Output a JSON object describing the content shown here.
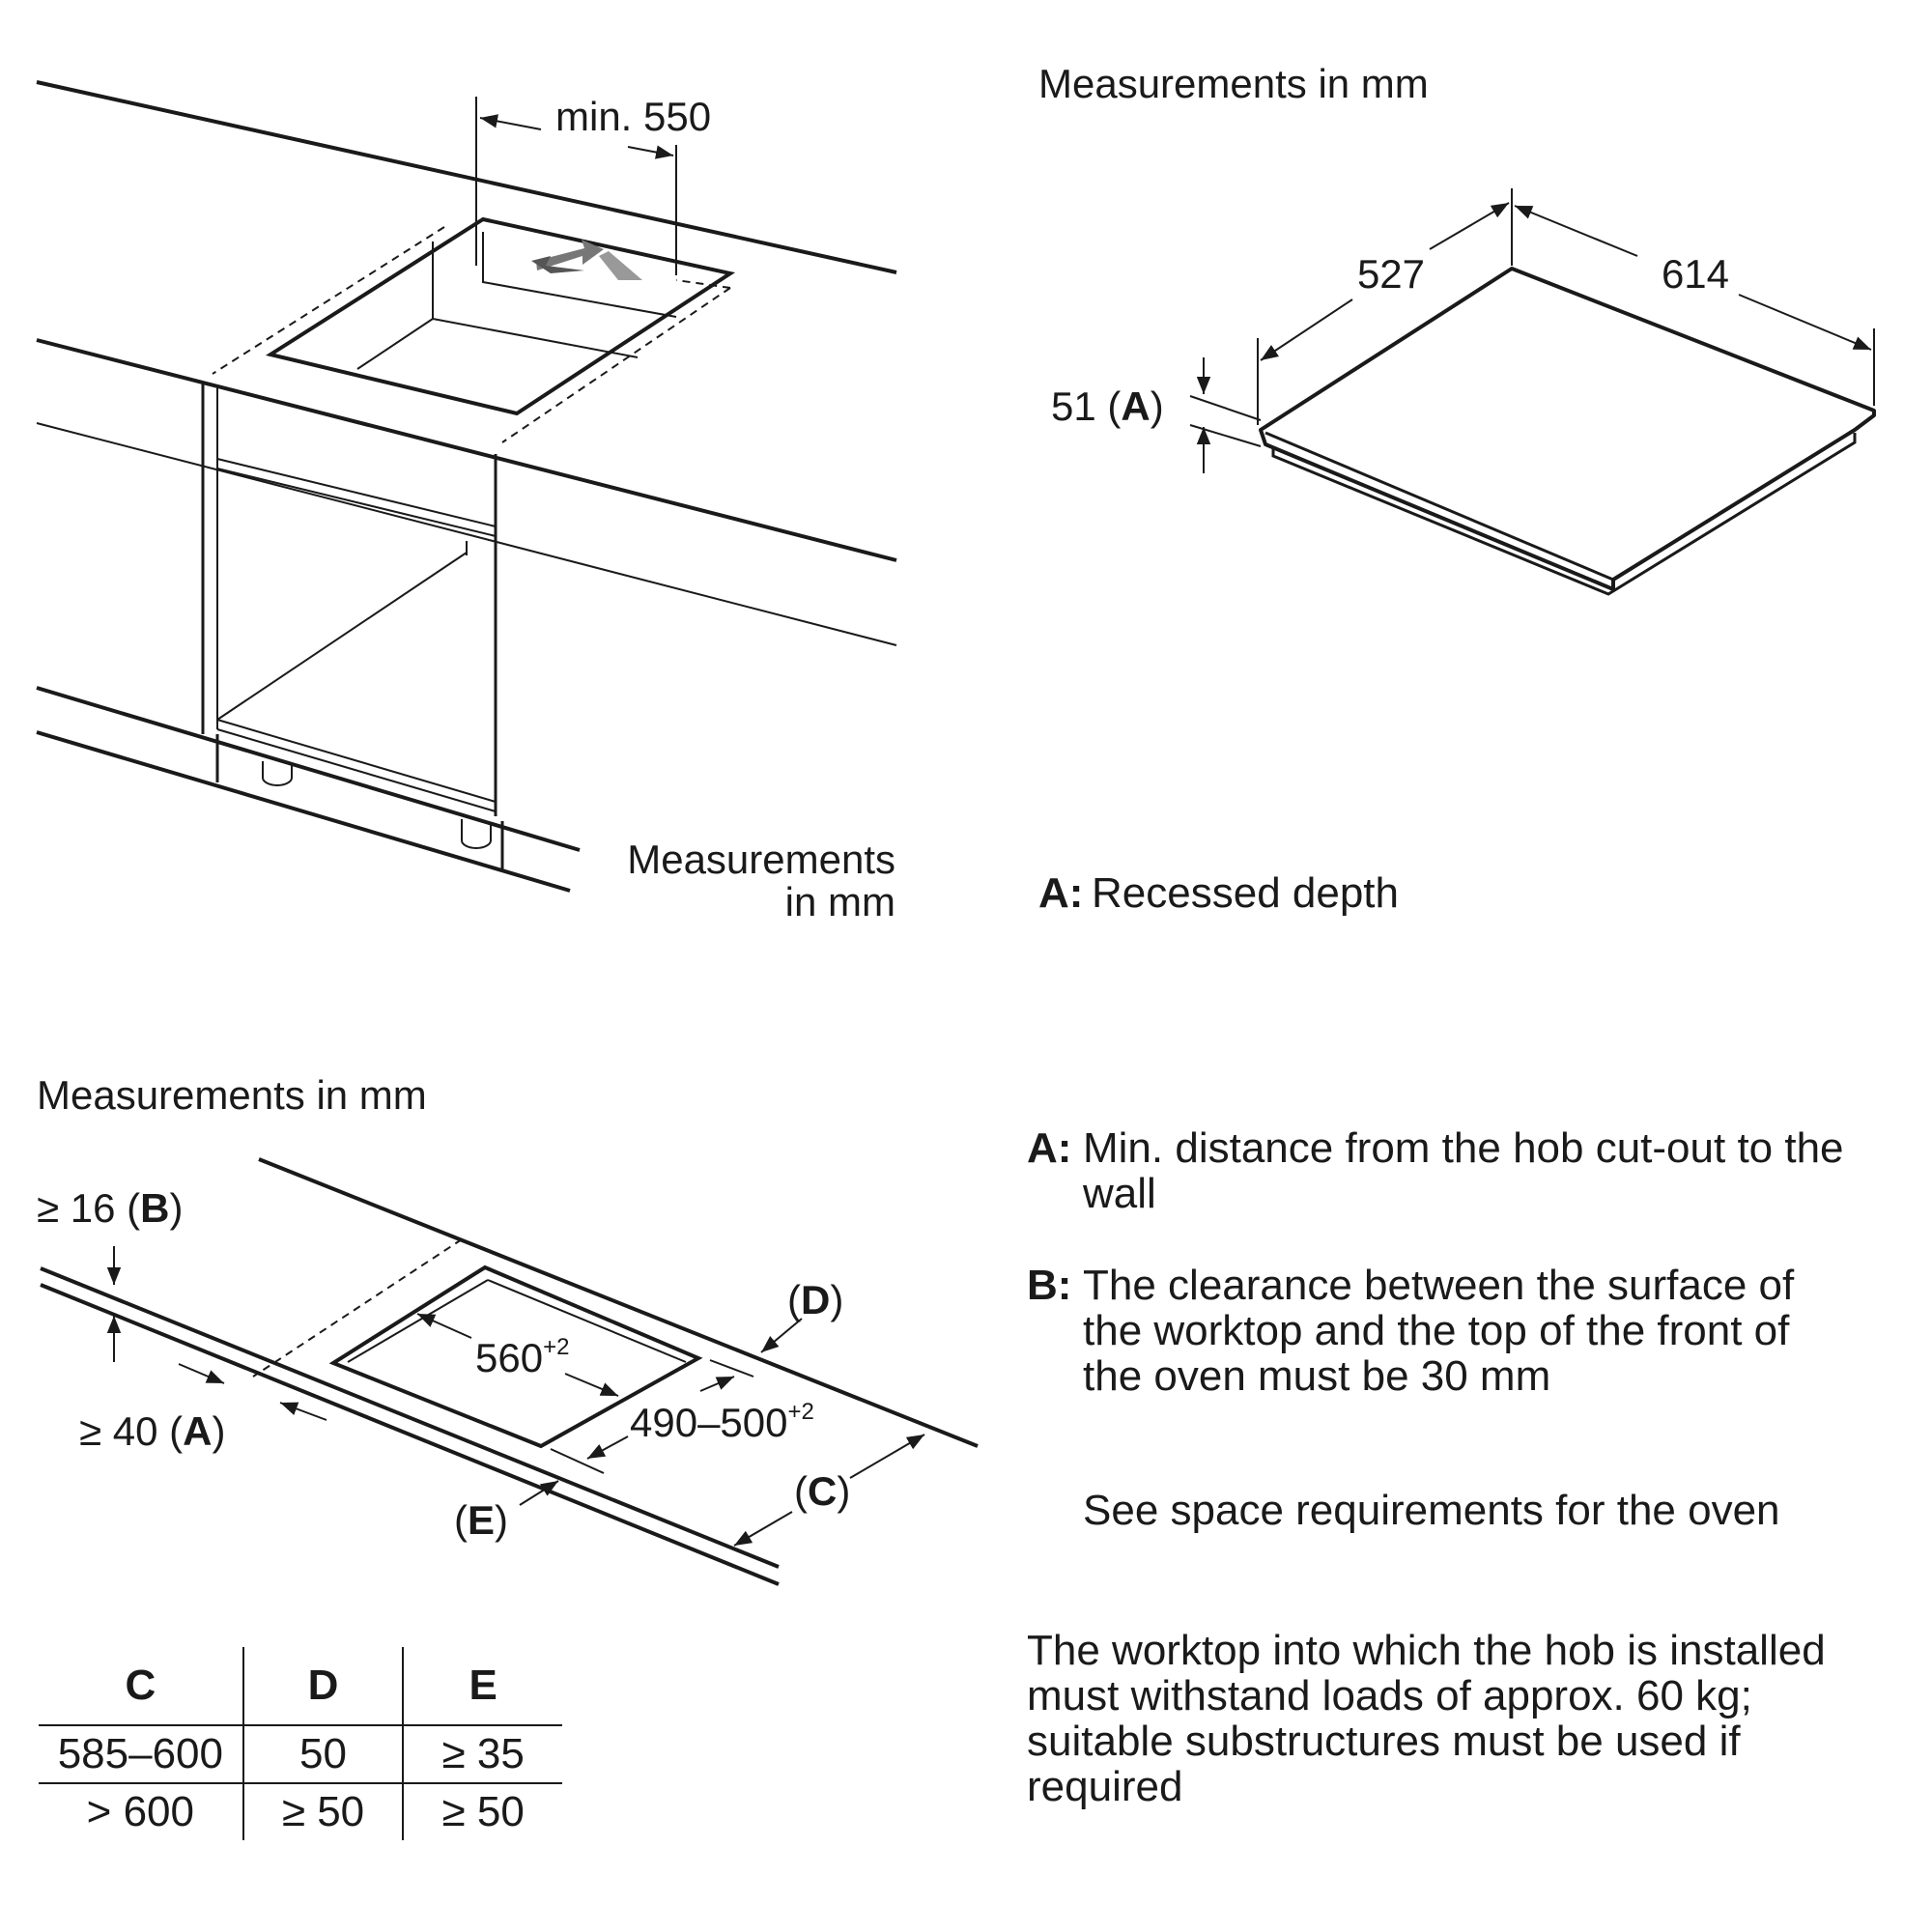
{
  "panel1": {
    "dimension_label": "min. 550",
    "caption_line1": "Measurements",
    "caption_line2": "in mm"
  },
  "panel2": {
    "header": "Measurements in mm",
    "width_label": "527",
    "depth_label": "614",
    "height_label_num": "51 (",
    "height_label_letter": "A",
    "height_label_close": ")",
    "legend_key": "A:",
    "legend_text": "Recessed depth"
  },
  "panel3": {
    "header": "Measurements in mm",
    "b_prefix": "≥ 16 (",
    "b_letter": "B",
    "b_close": ")",
    "a_prefix": "≥ 40 (",
    "a_letter": "A",
    "a_close": ")",
    "cutout_width": "560",
    "cutout_width_tol": "+2",
    "cutout_depth": "490–500",
    "cutout_depth_tol": "+2",
    "d_open": "(",
    "d_letter": "D",
    "d_close": ")",
    "c_open": "(",
    "c_letter": "C",
    "c_close": ")",
    "e_open": "(",
    "e_letter": "E",
    "e_close": ")"
  },
  "table": {
    "headers": [
      "C",
      "D",
      "E"
    ],
    "rows": [
      [
        "585–600",
        "50",
        "≥ 35"
      ],
      [
        "> 600",
        "≥ 50",
        "≥ 50"
      ]
    ]
  },
  "notes": {
    "a_key": "A:",
    "a_text": "Min. distance from the hob cut-out to the wall",
    "b_key": "B:",
    "b_text": "The clearance between the surface of the worktop and the top of the front of the oven must be 30 mm",
    "oven_note": "See space requirements for the oven",
    "load_note": "The worktop into which the hob is installed must withstand loads of approx. 60 kg; suitable substructures must be used if required"
  }
}
